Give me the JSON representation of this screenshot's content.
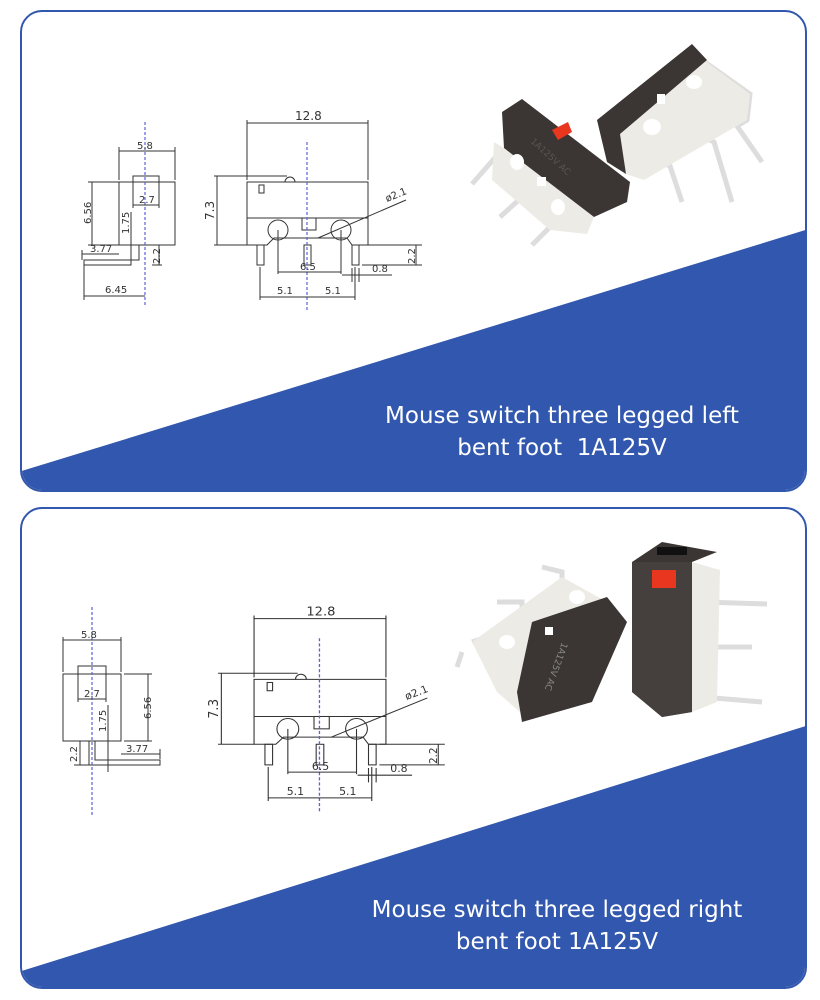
{
  "panels": [
    {
      "caption_line1": "Mouse switch three legged left",
      "caption_line2": "bent foot  1A125V",
      "dims": {
        "length": "12.8",
        "width": "5.8",
        "height": "7.3",
        "side_height": "6.56",
        "tab": "2.7",
        "offset": "1.75",
        "lead_offset": "3.77",
        "lead_length": "2.2",
        "bent_length": "6.45",
        "hole": "ø2.1",
        "pin_pitch": "6.5",
        "pitch_left": "5.1",
        "pitch_right": "5.1",
        "pin_width": "0.8",
        "pin_length": "2.2"
      },
      "markings": "1A125V AC"
    },
    {
      "caption_line1": "Mouse switch three legged right",
      "caption_line2": "bent foot 1A125V",
      "dims": {
        "length": "12.8",
        "width": "5.8",
        "height": "7.3",
        "side_height": "6.56",
        "tab": "2.7",
        "offset": "1.75",
        "lead_offset": "3.77",
        "lead_length": "2.2",
        "hole": "ø2.1",
        "pin_pitch": "6.5",
        "pitch_left": "5.1",
        "pitch_right": "5.1",
        "pin_width": "0.8",
        "pin_length": "2.2"
      },
      "markings": "1A125V AC"
    }
  ],
  "colors": {
    "accent": "#3257ae",
    "switch_body": "#3b3634",
    "switch_base": "#ecebe6",
    "button": "#e8371e"
  }
}
